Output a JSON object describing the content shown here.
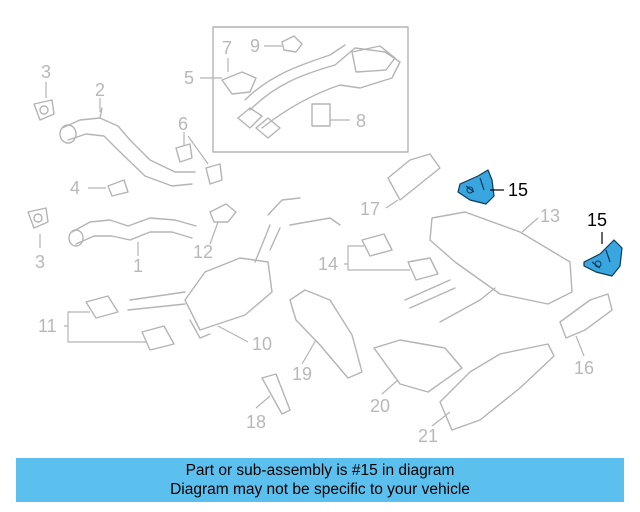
{
  "callouts": {
    "c1": "1",
    "c2": "2",
    "c3a": "3",
    "c3b": "3",
    "c4": "4",
    "c5": "5",
    "c6": "6",
    "c7": "7",
    "c8": "8",
    "c9": "9",
    "c10": "10",
    "c11": "11",
    "c12": "12",
    "c13": "13",
    "c14": "14",
    "c15a": "15",
    "c15b": "15",
    "c16": "16",
    "c17": "17",
    "c18": "18",
    "c19": "19",
    "c20": "20",
    "c21": "21"
  },
  "highlight_color": "#3aa6e0",
  "banner": {
    "line1": "Part or sub-assembly is #15 in diagram",
    "line2": "Diagram may not be specific to your vehicle",
    "color": "#5bc0ee"
  }
}
